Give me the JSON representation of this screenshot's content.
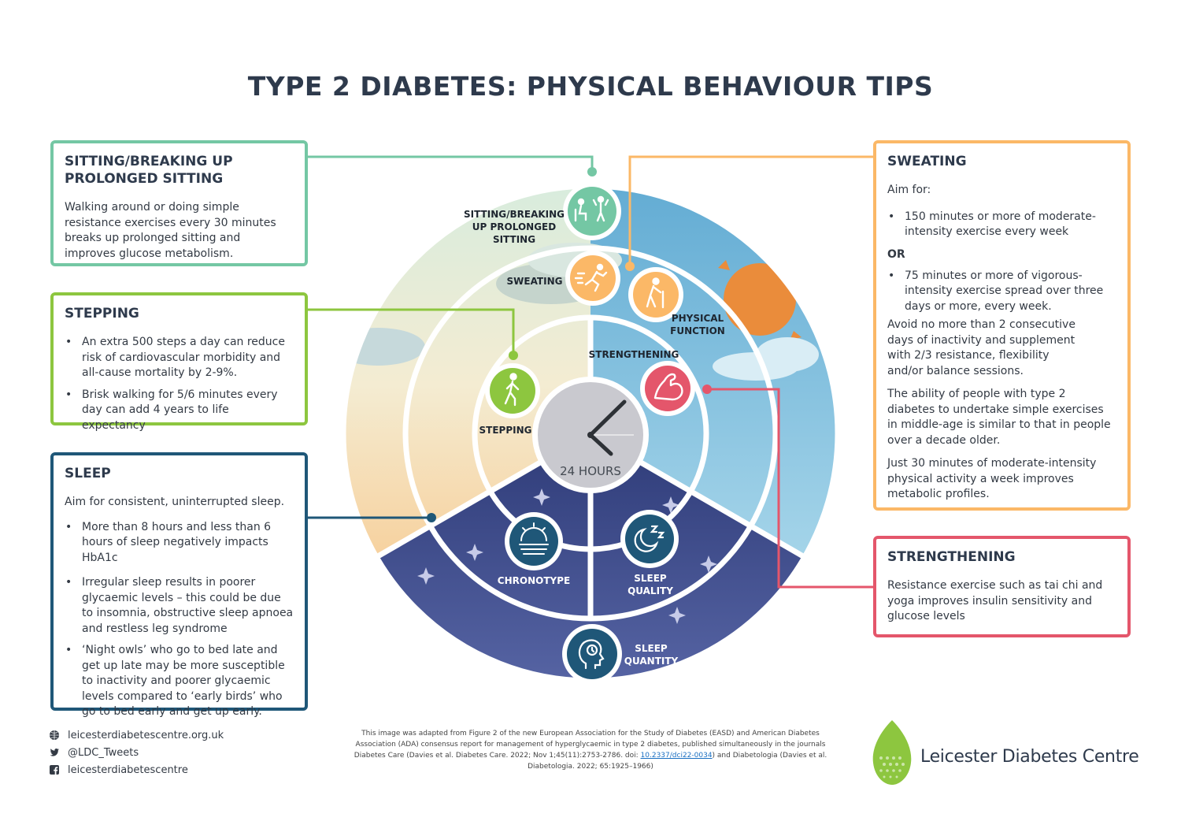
{
  "title": "TYPE 2 DIABETES: PHYSICAL BEHAVIOUR TIPS",
  "boxes": {
    "sitting": {
      "heading": "SITTING/BREAKING UP PROLONGED SITTING",
      "text": "Walking around or doing simple resistance exercises every 30 minutes breaks up prolonged sitting and improves glucose metabolism."
    },
    "stepping": {
      "heading": "STEPPING",
      "bullets": [
        "An extra 500 steps a day can reduce risk of cardiovascular morbidity and all-cause mortality by 2-9%.",
        "Brisk walking for 5/6 minutes every day can add 4 years to life expectancy"
      ]
    },
    "sleep": {
      "heading": "SLEEP",
      "intro": "Aim for consistent, uninterrupted sleep.",
      "bullets": [
        "More than 8 hours and less than 6 hours of sleep negatively impacts HbA1c",
        "Irregular sleep results in poorer glycaemic levels – this could be due to insomnia, obstructive sleep apnoea and restless leg syndrome",
        "‘Night owls’ who go to bed late and get up late may be more susceptible to inactivity and poorer glycaemic levels compared to ‘early birds’ who go to bed early and get up early."
      ]
    },
    "sweating": {
      "heading": "SWEATING",
      "aim": "Aim for:",
      "bullet1": "150 minutes or more of moderate-intensity exercise every week",
      "or": "OR",
      "bullet2": "75 minutes or more of vigorous-intensity exercise spread over three days or more, every week.",
      "p1": "Avoid no more than 2 consecutive days of inactivity and supplement with 2/3 resistance, flexibility and/or balance sessions.",
      "p2": "The ability of people with type 2 diabetes to undertake simple exercises in middle-age is similar to that in people over a decade older.",
      "p3": "Just 30 minutes of moderate-intensity physical activity a week improves metabolic profiles."
    },
    "strengthening": {
      "heading": "STRENGTHENING",
      "text": "Resistance exercise such as tai chi and yoga improves insulin sensitivity and glucose levels"
    }
  },
  "wheel": {
    "clock_label": "24 HOURS",
    "labels": {
      "sitting": [
        "SITTING/BREAKING",
        "UP PROLONGED",
        "SITTING"
      ],
      "sweating": "SWEATING",
      "physical_function": [
        "PHYSICAL",
        "FUNCTION"
      ],
      "strengthening": "STRENGTHENING",
      "stepping": "STEPPING",
      "chronotype": "CHRONOTYPE",
      "sleep_quality": [
        "SLEEP",
        "QUALITY"
      ],
      "sleep_quantity": [
        "SLEEP",
        "QUANTITY"
      ]
    },
    "icons": {
      "sitting": "sitting-standing-icon",
      "sweating": "running-icon",
      "physical_function": "elderly-walking-icon",
      "strengthening": "flexed-arm-icon",
      "stepping": "walking-icon",
      "chronotype": "sunrise-icon",
      "sleep_quality": "moon-zzz-icon",
      "sleep_quantity": "head-clock-icon"
    }
  },
  "footer": {
    "website": "leicesterdiabetescentre.org.uk",
    "twitter": "@LDC_Tweets",
    "facebook": "leicesterdiabetescentre",
    "note_before": "This image was adapted from Figure 2 of the new European Association for the Study of Diabetes (EASD) and American Diabetes Association (ADA) consensus report for management of hyperglycaemic in type 2 diabetes, published simultaneously in the journals Diabetes Care (Davies et al. Diabetes Care. 2022; Nov 1;45(11):2753-2786. doi: ",
    "note_doi": "10.2337/dci22-0034",
    "note_after": ") and Diabetologia (Davies et al. Diabetologia. 2022; 65:1925–1966)",
    "brand": "Leicester Diabetes Centre"
  },
  "colors": {
    "teal": "#74c7a4",
    "green": "#8dc63f",
    "navy": "#1f5778",
    "orange": "#fbb867",
    "red": "#e4566b",
    "dark": "#2e3a4c"
  }
}
